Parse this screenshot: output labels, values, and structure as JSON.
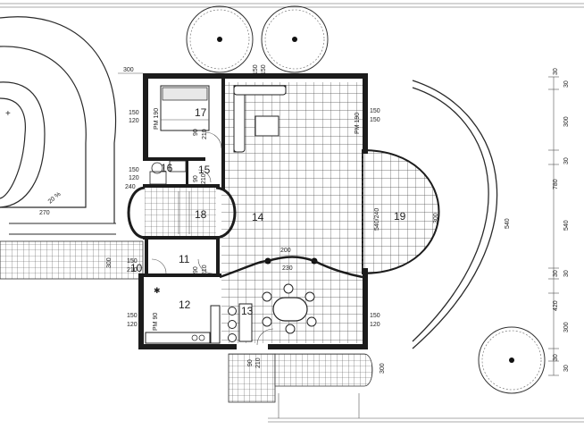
{
  "rooms": {
    "r10": "10",
    "r11": "11",
    "r12": "12",
    "r13": "13",
    "r14": "14",
    "r15": "15",
    "r16": "16",
    "r17": "17",
    "r18": "18",
    "r19": "19"
  },
  "dims": {
    "d300_top": "300",
    "d150_a": "150",
    "d120_a": "120",
    "pm190_a": "PM 190",
    "d90_a": "90",
    "d210_a": "210",
    "pm190_b": "PM 190",
    "d150_b": "150",
    "d150_c": "150",
    "d150_d": "150",
    "d120_d": "120",
    "d240_d": "240",
    "d90_e": "90",
    "d210_e": "210",
    "d270": "270",
    "slope": "20 %",
    "d540_240": "540/240",
    "d200": "200",
    "d230": "230",
    "d300_mid": "300",
    "d150_e": "150",
    "d210_f": "210",
    "d90_f": "90",
    "d210_g": "210",
    "d150_g": "150",
    "d120_g": "120",
    "pm90": "PM 90",
    "d150_h": "150",
    "d120_h": "120",
    "d300_bot": "300",
    "d300_arc": "300",
    "d540_arc": "540",
    "r_30a": "30",
    "r_30b": "30",
    "r_300a": "300",
    "r_30c": "30",
    "r_780": "780",
    "r_540": "540",
    "r_30d": "30",
    "r_30e": "30",
    "r_420": "420",
    "r_300b": "300",
    "r_30f": "30",
    "r_30g": "30",
    "d150_top1": "150",
    "d150_top2": "150",
    "d90_bot": "90",
    "d210_bot": "210"
  }
}
